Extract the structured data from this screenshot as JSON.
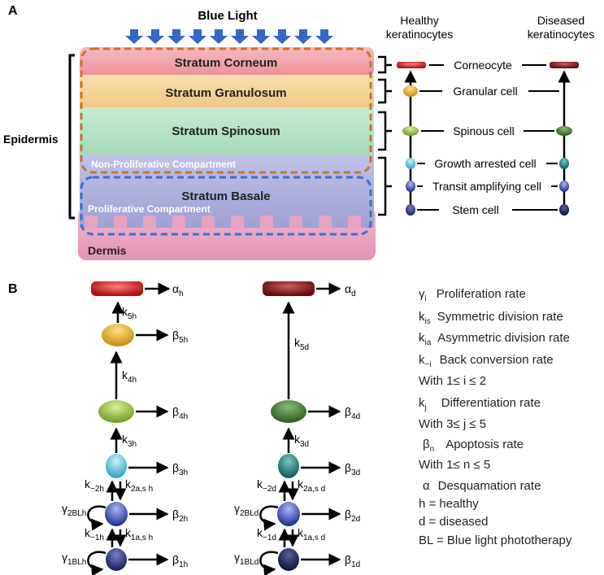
{
  "panel_a": {
    "label": "A",
    "blue_light": "Blue Light",
    "layers": {
      "corneum": "Stratum Corneum",
      "granulosum": "Stratum Granulosum",
      "spinosum": "Stratum Spinosum",
      "non_prolif": "Non-Proliferative Compartment",
      "basale": "Stratum Basale",
      "prolif": "Proliferative Compartment"
    },
    "epidermis": "Epidermis",
    "dermis": "Dermis",
    "healthy_header": [
      "Healthy",
      "keratinocytes"
    ],
    "diseased_header": [
      "Diseased",
      "keratinocytes"
    ],
    "cells": {
      "corneocyte": "Corneocyte",
      "granular": "Granular cell",
      "spinous": "Spinous cell",
      "growth_arrested": "Growth arrested cell",
      "transit": "Transit amplifying cell",
      "stem": "Stem cell"
    },
    "colors": {
      "corneum": "#f2a0a8",
      "granulosum": "#f5d79a",
      "spinosum": "#b7e2c4",
      "basale": "#aeb0dc",
      "dermis": "#eaa4c2",
      "arrow": "#3567c4",
      "compartment_orange": "#c8742a",
      "compartment_blue": "#3a6fd0"
    }
  },
  "panel_b": {
    "label": "B",
    "rates_h": {
      "alpha": "α",
      "alpha_sub": "h",
      "k5": "k",
      "k5_sub": "5h",
      "k4": "k",
      "k4_sub": "4h",
      "k3": "k",
      "k3_sub": "3h",
      "km2": "k",
      "km2_sub": "−2h",
      "k2a": "k",
      "k2a_sub": "2a,s h",
      "km1": "k",
      "km1_sub": "−1h",
      "k1a": "k",
      "k1a_sub": "1a,s h",
      "g2": "γ",
      "g2_sub": "2BLh",
      "g1": "γ",
      "g1_sub": "1BLh",
      "b5": "β",
      "b5_sub": "5h",
      "b4": "β",
      "b4_sub": "4h",
      "b3": "β",
      "b3_sub": "3h",
      "b2": "β",
      "b2_sub": "2h",
      "b1": "β",
      "b1_sub": "1h"
    },
    "rates_d": {
      "alpha": "α",
      "alpha_sub": "d",
      "k5": "k",
      "k5_sub": "5d",
      "k3": "k",
      "k3_sub": "3d",
      "km2": "k",
      "km2_sub": "−2d",
      "k2a": "k",
      "k2a_sub": "2a,s d",
      "km1": "k",
      "km1_sub": "−1d",
      "k1a": "k",
      "k1a_sub": "1a,s d",
      "g2": "γ",
      "g2_sub": "2BLd",
      "g1": "γ",
      "g1_sub": "1BLd",
      "b4": "β",
      "b4_sub": "4d",
      "b3": "β",
      "b3_sub": "3d",
      "b2": "β",
      "b2_sub": "2d",
      "b1": "β",
      "b1_sub": "1d"
    },
    "legend": {
      "l1_sym": "γ",
      "l1_sub": "i",
      "l1_text": "Proliferation rate",
      "l2_sym": "k",
      "l2_sub": "is",
      "l2_text": "Symmetric division rate",
      "l3_sym": "k",
      "l3_sub": "ia",
      "l3_text": "Asymmetric division rate",
      "l4_sym": "k",
      "l4_sub": "−i",
      "l4_text": "Back conversion rate",
      "l5_text": "With 1≤ i ≤ 2",
      "l6_sym": "k",
      "l6_sub": "j",
      "l6_text": "Differentiation rate",
      "l7_text": "With 3≤ j ≤ 5",
      "l8_sym": "β",
      "l8_sub": "n",
      "l8_text": "Apoptosis rate",
      "l9_text": "With 1≤ n ≤ 5",
      "l10_sym": "α",
      "l10_text": "Desquamation rate",
      "l11_text": "h = healthy",
      "l12_text": "d = diseased",
      "l13_text": "BL = Blue light phototherapy"
    }
  }
}
